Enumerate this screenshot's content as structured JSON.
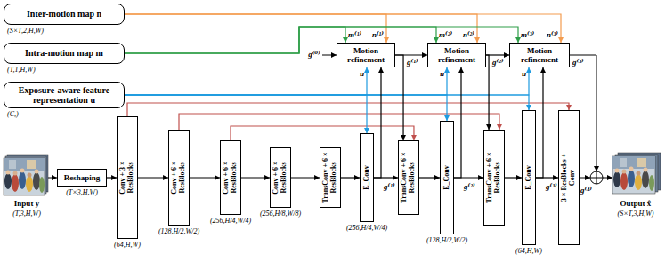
{
  "diagram": {
    "nodes": [
      {
        "text": [
          "Inter-motion map n"
        ]
      },
      {
        "text": [
          "Intra-motion map m"
        ]
      },
      {
        "text": [
          "Exposure-aware feature representation u"
        ]
      },
      {
        "text": [
          "Reshaping"
        ]
      },
      {
        "text": [
          "Conv + 3 × ResBlocks"
        ]
      },
      {
        "text": [
          "Conv + 6 × ResBlocks"
        ]
      },
      {
        "text": [
          "Conv + 6 × ResBlocks"
        ]
      },
      {
        "text": [
          "Conv + 6 × ResBlocks"
        ]
      },
      {
        "text": [
          "TransConv + 6 × ResBlocks"
        ]
      },
      {
        "text": [
          "E_Conv"
        ]
      },
      {
        "text": [
          "TransConv + 6 × ResBlocks"
        ]
      },
      {
        "text": [
          "E_Conv"
        ]
      },
      {
        "text": [
          "TransConv + 6 × ResBlocks"
        ]
      },
      {
        "text": [
          "E_Conv"
        ]
      },
      {
        "text": [
          "3 × ResBlocks + Conv"
        ]
      },
      {
        "text": [
          "Motion refinement"
        ]
      },
      {
        "text": [
          "Motion refinement"
        ]
      },
      {
        "text": [
          "Motion refinement"
        ]
      }
    ],
    "edges": [
      {
        "from": 3,
        "to": 4,
        "arrow": "to"
      },
      {
        "from": 4,
        "to": 5,
        "arrow": "to"
      },
      {
        "from": 5,
        "to": 6,
        "arrow": "to"
      },
      {
        "from": 6,
        "to": 7,
        "arrow": "to"
      },
      {
        "from": 7,
        "to": 8,
        "arrow": "to"
      },
      {
        "from": 8,
        "to": 9,
        "arrow": "to"
      },
      {
        "from": 9,
        "to": 10,
        "arrow": "to"
      },
      {
        "from": 10,
        "to": 11,
        "arrow": "to"
      },
      {
        "from": 11,
        "to": 12,
        "arrow": "to"
      },
      {
        "from": 12,
        "to": 13,
        "arrow": "to"
      },
      {
        "from": 13,
        "to": 14,
        "arrow": "to"
      },
      {
        "from": 4,
        "to": 14,
        "arrow": "to"
      },
      {
        "from": 5,
        "to": 12,
        "arrow": "to"
      },
      {
        "from": 6,
        "to": 10,
        "arrow": "to"
      },
      {
        "from": 0,
        "to": 15,
        "arrow": "to"
      },
      {
        "from": 0,
        "to": 16,
        "arrow": "to"
      },
      {
        "from": 0,
        "to": 17,
        "arrow": "to"
      },
      {
        "from": 1,
        "to": 15,
        "arrow": "to"
      },
      {
        "from": 1,
        "to": 16,
        "arrow": "to"
      },
      {
        "from": 1,
        "to": 17,
        "arrow": "to"
      },
      {
        "from": 2,
        "to": 15,
        "arrow": "to"
      },
      {
        "from": 2,
        "to": 16,
        "arrow": "to"
      },
      {
        "from": 2,
        "to": 17,
        "arrow": "to"
      },
      {
        "from": 2,
        "to": 9,
        "arrow": "to"
      },
      {
        "from": 2,
        "to": 11,
        "arrow": "to"
      },
      {
        "from": 2,
        "to": 13,
        "arrow": "to"
      },
      {
        "from": 9,
        "to": 15,
        "arrow": "to"
      },
      {
        "from": 11,
        "to": 16,
        "arrow": "to"
      },
      {
        "from": 13,
        "to": 17,
        "arrow": "to"
      },
      {
        "from": 15,
        "to": 16,
        "arrow": "to"
      },
      {
        "from": 16,
        "to": 17,
        "arrow": "to"
      },
      {
        "from": 15,
        "to": 10,
        "arrow": "to"
      },
      {
        "from": 16,
        "to": 12,
        "arrow": "to"
      }
    ],
    "labels": [
      "(S×T,2,H,W)",
      "(T,1,H,W)",
      "(C,)",
      "Input y",
      "(T,3,H,W)",
      "(T×3,H,W)",
      "(64,H,W)",
      "(128,H/2,W/2)",
      "(256,H/4,W/4)",
      "(256,H/8,W/8)",
      "(256,H/4,W/4)",
      "(128,H/2,W/2)",
      "(64,H,W)",
      "g⁽¹⁾",
      "g⁽²⁾",
      "g⁽³⁾",
      "g⁽⁴⁾",
      "ĝ⁽⁰⁾",
      "ĝ⁽¹⁾",
      "ĝ⁽²⁾",
      "ĝ⁽³⁾",
      "m⁽¹⁾",
      "n⁽¹⁾",
      "m⁽²⁾",
      "n⁽²⁾",
      "m⁽³⁾",
      "n⁽³⁾",
      "u",
      "u",
      "u",
      "Output x̂",
      "(S×T,3,H,W)"
    ]
  }
}
